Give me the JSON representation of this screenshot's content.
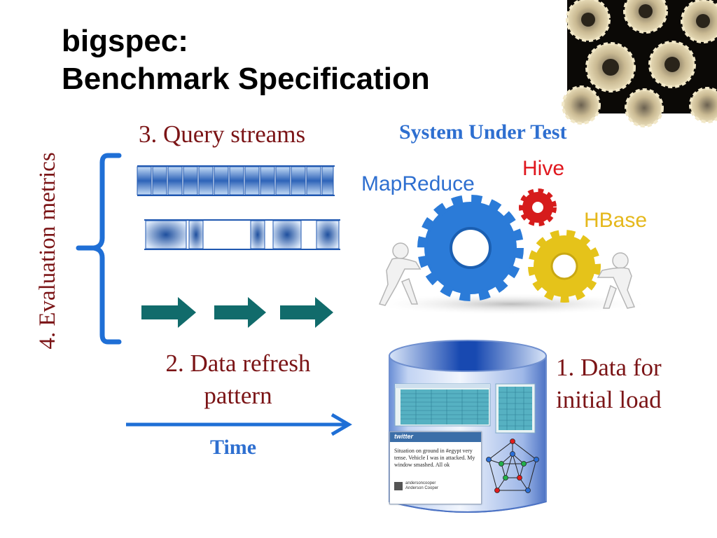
{
  "title": {
    "line1": "bigspec:",
    "line2": "Benchmark Specification"
  },
  "labels": {
    "evaluation_metrics": "4. Evaluation metrics",
    "query_streams": "3. Query streams",
    "data_refresh_line1": "2. Data refresh",
    "data_refresh_line2": "pattern",
    "time": "Time",
    "system_under_test": "System Under Test",
    "mapreduce": "MapReduce",
    "hive": "Hive",
    "hbase": "HBase",
    "initial_load_line1": "1. Data for",
    "initial_load_line2": "initial load"
  },
  "tweet": {
    "brand": "twitter",
    "text_line1": "Situation on ground in #egypt very",
    "text_line2": "tense. Vehicle I was in attacked. My",
    "text_line3": "window smashed. All ok",
    "user": "andersoncooper",
    "user_full": "Anderson Cooper"
  },
  "colors": {
    "title": "#000000",
    "dark_red": "#7b1416",
    "blue_label": "#2e6fd0",
    "bracket_blue": "#1f6fd6",
    "arrow_teal": "#116b6b",
    "gear_blue": "#2b7bd8",
    "gear_red": "#d61c1c",
    "gear_yellow": "#e5c31a",
    "hive_label": "#e0171e",
    "hbase_label": "#e5b81c"
  }
}
